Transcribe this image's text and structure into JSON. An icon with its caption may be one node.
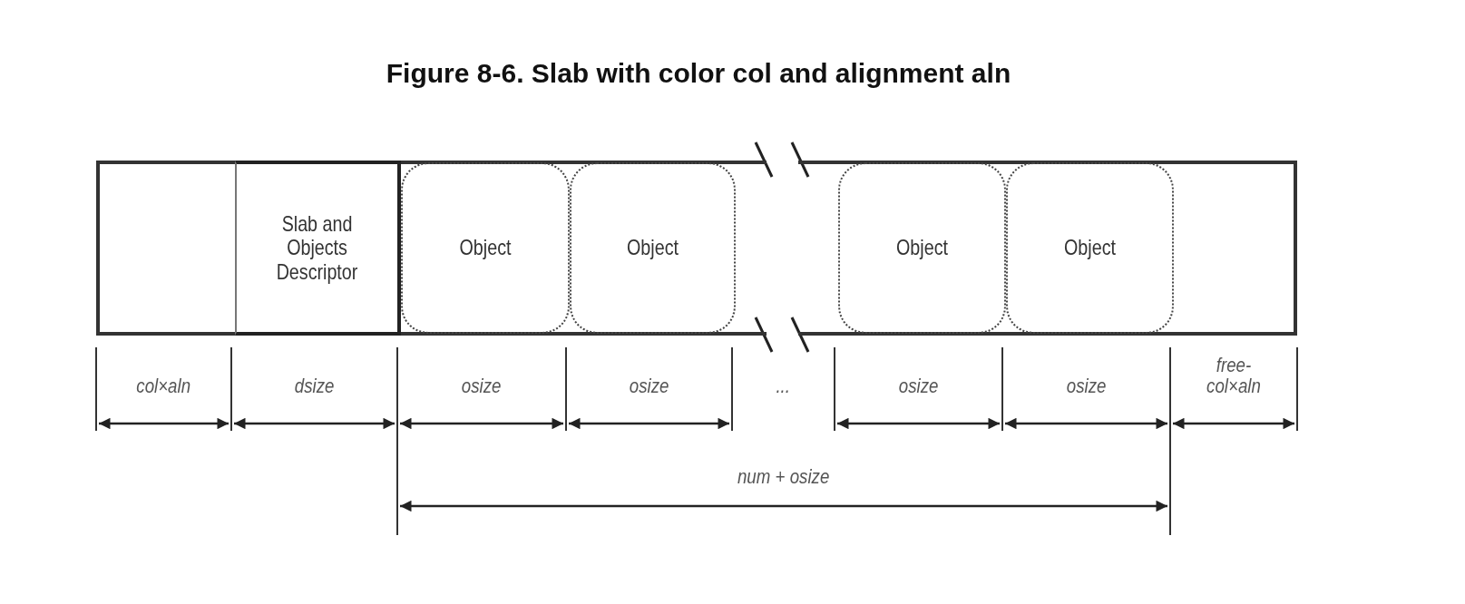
{
  "diagram": {
    "title": "Figure 8-6. Slab with color col and alignment aln",
    "nodes": [
      {
        "text": [],
        "shape": "box"
      },
      {
        "text": [
          "Slab and Objects Descriptor"
        ],
        "in": 0
      },
      {
        "text": [
          "Object"
        ],
        "in": 0
      },
      {
        "text": [
          "Object"
        ],
        "in": 0
      },
      {
        "text": [
          "Object"
        ],
        "in": 0
      },
      {
        "text": [
          "Object"
        ],
        "in": 0
      }
    ],
    "labels": [
      "col×aln",
      "dsize",
      "osize",
      "osize",
      "...",
      "osize",
      "osize",
      "free-col×aln",
      "num + osize"
    ]
  }
}
